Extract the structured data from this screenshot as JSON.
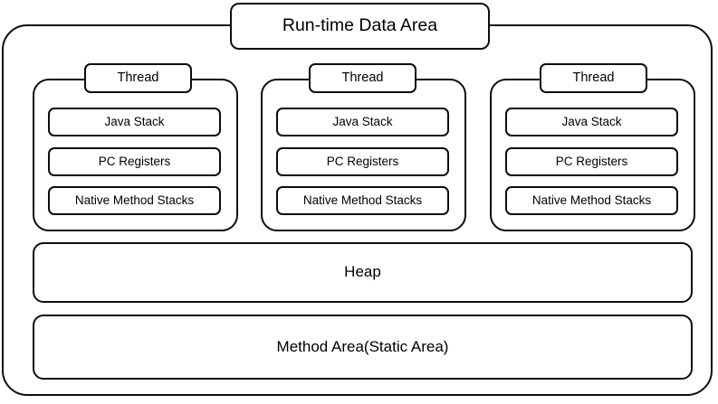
{
  "diagram": {
    "title": "Run-time Data Area",
    "threads": [
      {
        "label": "Thread",
        "slots": [
          "Java Stack",
          "PC Registers",
          "Native Method Stacks"
        ]
      },
      {
        "label": "Thread",
        "slots": [
          "Java Stack",
          "PC Registers",
          "Native Method Stacks"
        ]
      },
      {
        "label": "Thread",
        "slots": [
          "Java Stack",
          "PC Registers",
          "Native Method Stacks"
        ]
      }
    ],
    "shared_regions": [
      {
        "label": "Heap"
      },
      {
        "label": "Method Area(Static Area)"
      }
    ],
    "colors": {
      "stroke": "#0d0d0d",
      "fill": "#ffffff",
      "text": "#000000"
    }
  }
}
